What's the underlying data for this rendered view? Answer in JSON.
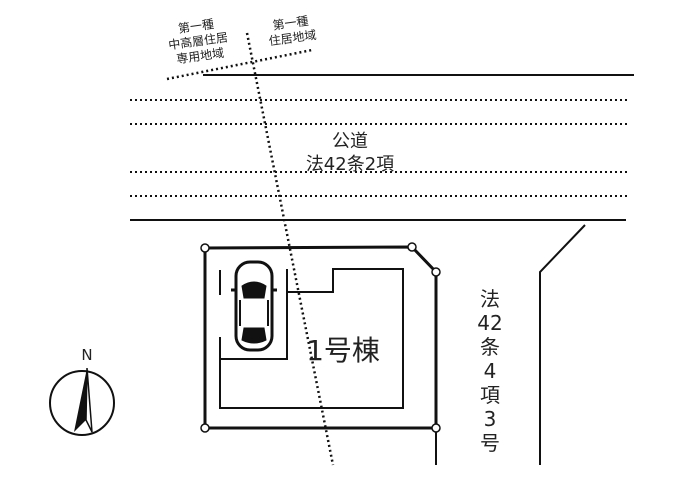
{
  "zones": {
    "left_zone": [
      "第一種",
      "中高層住居",
      "専用地域"
    ],
    "right_zone": [
      "第一種",
      "住居地域"
    ]
  },
  "public_road": {
    "name": "公道",
    "law": "法42条2項"
  },
  "side_road": {
    "chars": [
      "法",
      "42",
      "条",
      "4",
      "項",
      "3",
      "号"
    ]
  },
  "building": {
    "label": "1号棟"
  },
  "compass": {
    "label": "N"
  }
}
